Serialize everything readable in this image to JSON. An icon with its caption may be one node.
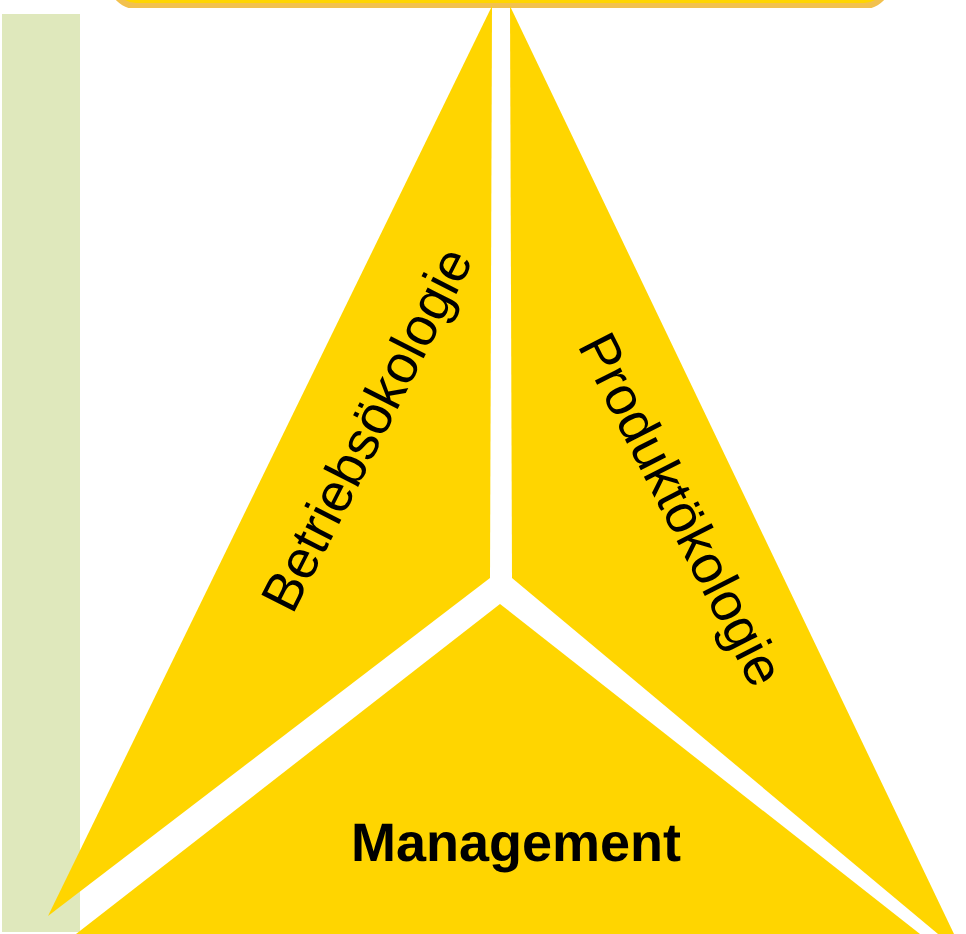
{
  "diagram": {
    "nodes": [
      {
        "text": [],
        "shape": "box"
      },
      {
        "text": [],
        "shape": "box"
      },
      {
        "text": [
          "Betriebsökologie"
        ]
      },
      {
        "text": [
          "Produktökologie"
        ]
      },
      {
        "text": [
          "Management"
        ]
      }
    ]
  }
}
